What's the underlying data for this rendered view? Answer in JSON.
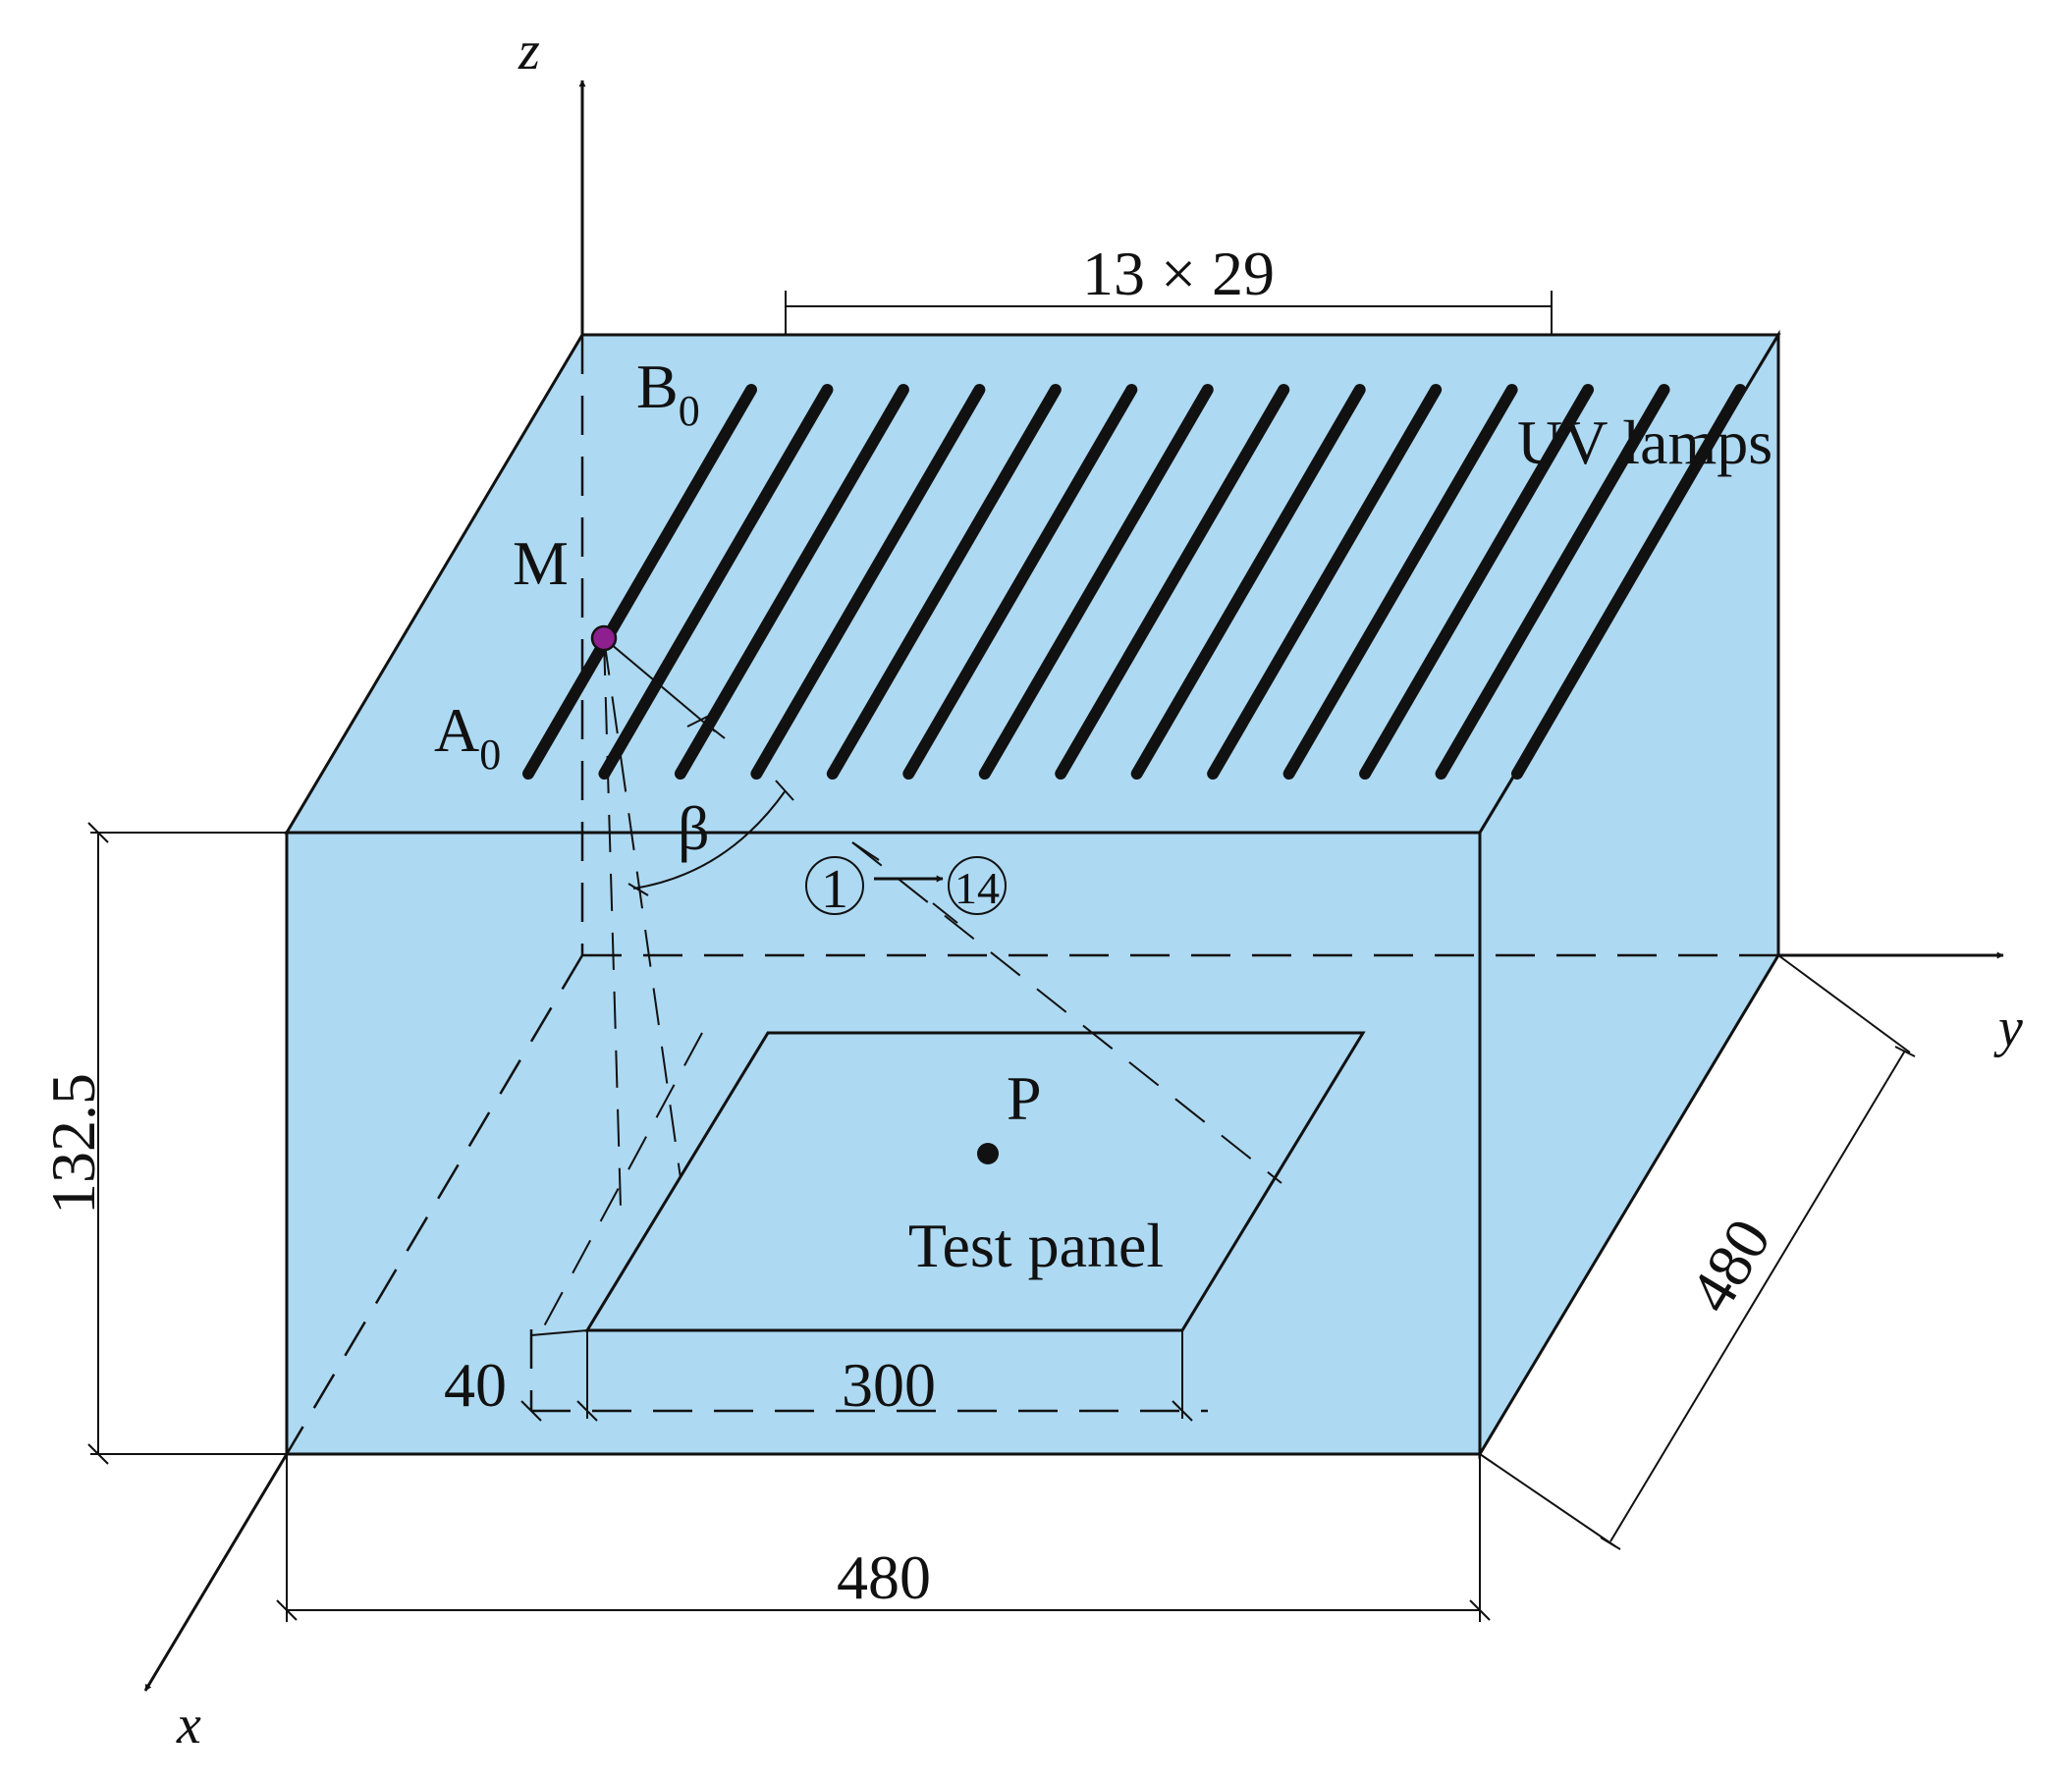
{
  "colors": {
    "box_fill": "#add9f2",
    "line": "#111111",
    "point_m": "#8e1f8e",
    "background": "#ffffff"
  },
  "axes": {
    "x": "x",
    "y": "y",
    "z": "z"
  },
  "labels": {
    "lamp_spacing": "13 × 29",
    "uv_lamps": "UV lamps",
    "b0_main": "B",
    "b0_sub": "0",
    "a0_main": "A",
    "a0_sub": "0",
    "m": "M",
    "beta": "β",
    "sequence_start": "1",
    "sequence_end": "14",
    "p": "P",
    "test_panel": "Test panel"
  },
  "dimensions": {
    "height": "132.5",
    "width_front": "480",
    "depth": "480",
    "panel_width": "300",
    "panel_offset": "40"
  },
  "lamp_count": 14
}
